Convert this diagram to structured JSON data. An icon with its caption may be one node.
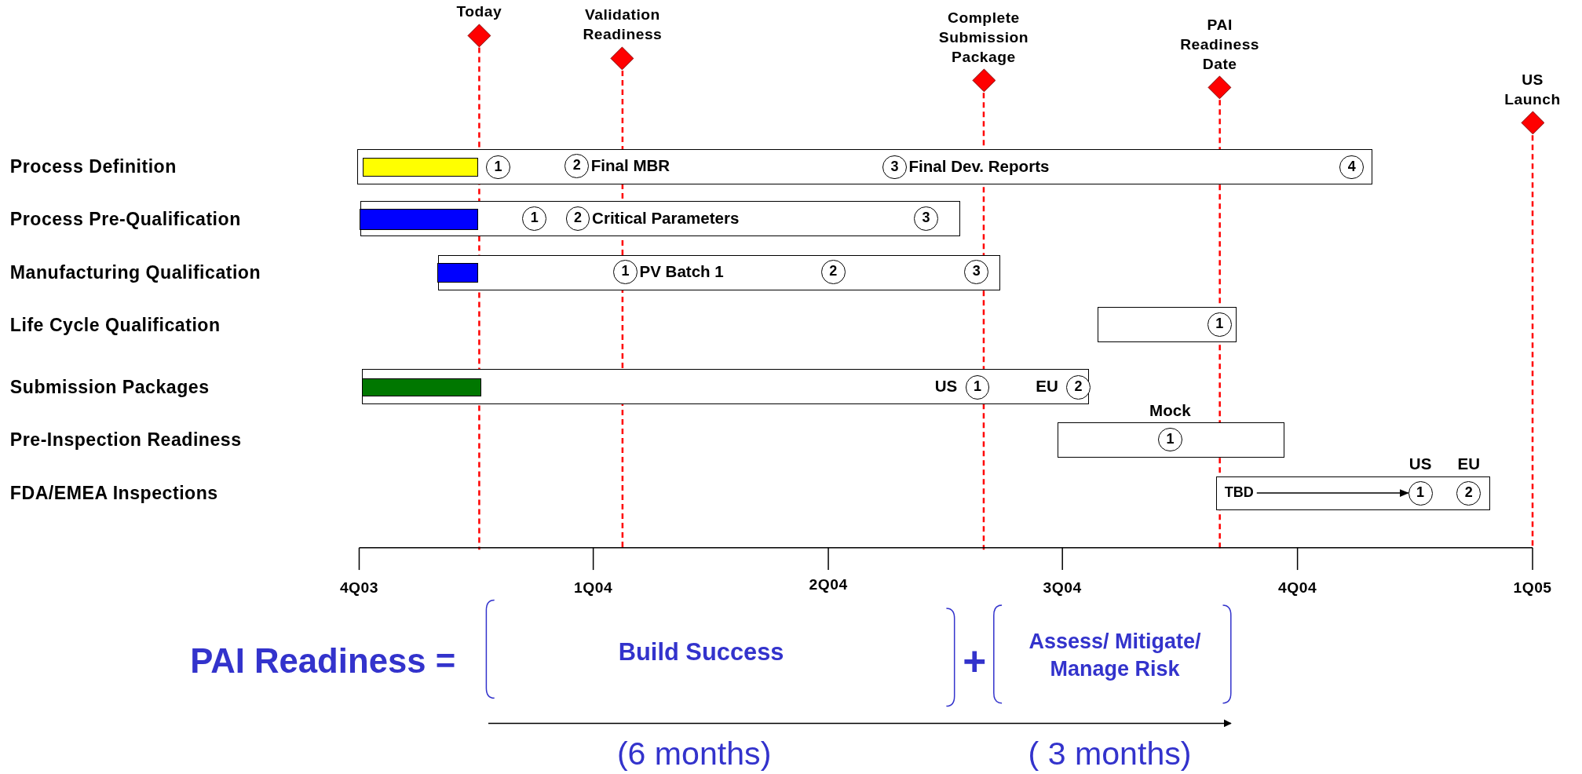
{
  "diagram": {
    "nodes": [
      {
        "text": [
          "Today"
        ]
      },
      {
        "text": [
          "Validation Readiness"
        ]
      },
      {
        "text": [
          "Complete Submission Package"
        ]
      },
      {
        "text": [
          "PAI Readiness Date"
        ]
      },
      {
        "text": [
          "US Launch"
        ]
      },
      {
        "text": [],
        "shape": "bar"
      },
      {
        "text": [
          "1"
        ],
        "in": 5
      },
      {
        "text": [
          "2"
        ],
        "in": 5,
        "beside": [
          "Final MBR"
        ]
      },
      {
        "text": [
          "3"
        ],
        "in": 5,
        "beside": [
          "Final Dev. Reports"
        ]
      },
      {
        "text": [
          "4"
        ],
        "in": 5
      },
      {
        "text": [],
        "shape": "bar"
      },
      {
        "text": [
          "1"
        ],
        "in": 10
      },
      {
        "text": [
          "2"
        ],
        "in": 10,
        "beside": [
          "Critical Parameters"
        ]
      },
      {
        "text": [
          "3"
        ],
        "in": 10
      },
      {
        "text": [],
        "shape": "bar"
      },
      {
        "text": [
          "1"
        ],
        "in": 14,
        "beside": [
          "PV Batch 1"
        ]
      },
      {
        "text": [
          "2"
        ],
        "in": 14
      },
      {
        "text": [
          "3"
        ],
        "in": 14
      },
      {
        "text": [],
        "shape": "bar"
      },
      {
        "text": [
          "1"
        ],
        "in": 18
      },
      {
        "text": [],
        "shape": "bar"
      },
      {
        "text": [
          "1"
        ],
        "in": 20,
        "beside": [
          "US"
        ]
      },
      {
        "text": [
          "2"
        ],
        "in": 20,
        "beside": [
          "EU"
        ]
      },
      {
        "text": [],
        "shape": "bar"
      },
      {
        "text": [
          "1"
        ],
        "in": 23,
        "beside": [
          "Mock"
        ]
      },
      {
        "text": [],
        "shape": "bar"
      },
      {
        "text": [
          "TBD"
        ],
        "in": 25
      },
      {
        "text": [
          "1"
        ],
        "in": 25,
        "beside": [
          "US"
        ]
      },
      {
        "text": [
          "2"
        ],
        "in": 25,
        "beside": [
          "EU"
        ]
      },
      {
        "text": [],
        "shape": "bar",
        "in": 5
      },
      {
        "text": [],
        "shape": "bar",
        "in": 10
      },
      {
        "text": [],
        "shape": "bar",
        "in": 14
      },
      {
        "text": [],
        "shape": "bar",
        "in": 20
      }
    ],
    "edges": [
      {
        "from": 26,
        "to": 27,
        "arrow": "to"
      }
    ],
    "labels": [
      "Process Definition",
      "Process Pre-Qualification",
      "Manufacturing Qualification",
      "Life Cycle Qualification",
      "Submission Packages",
      "Pre-Inspection Readiness",
      "FDA/EMEA Inspections",
      "4Q03",
      "1Q04",
      "2Q04",
      "3Q04",
      "4Q04",
      "1Q05",
      "PAI Readiness =",
      "Build Success",
      "+",
      "Assess/ Mitigate/ Manage Risk",
      "(6 months)",
      "( 3 months)"
    ]
  }
}
